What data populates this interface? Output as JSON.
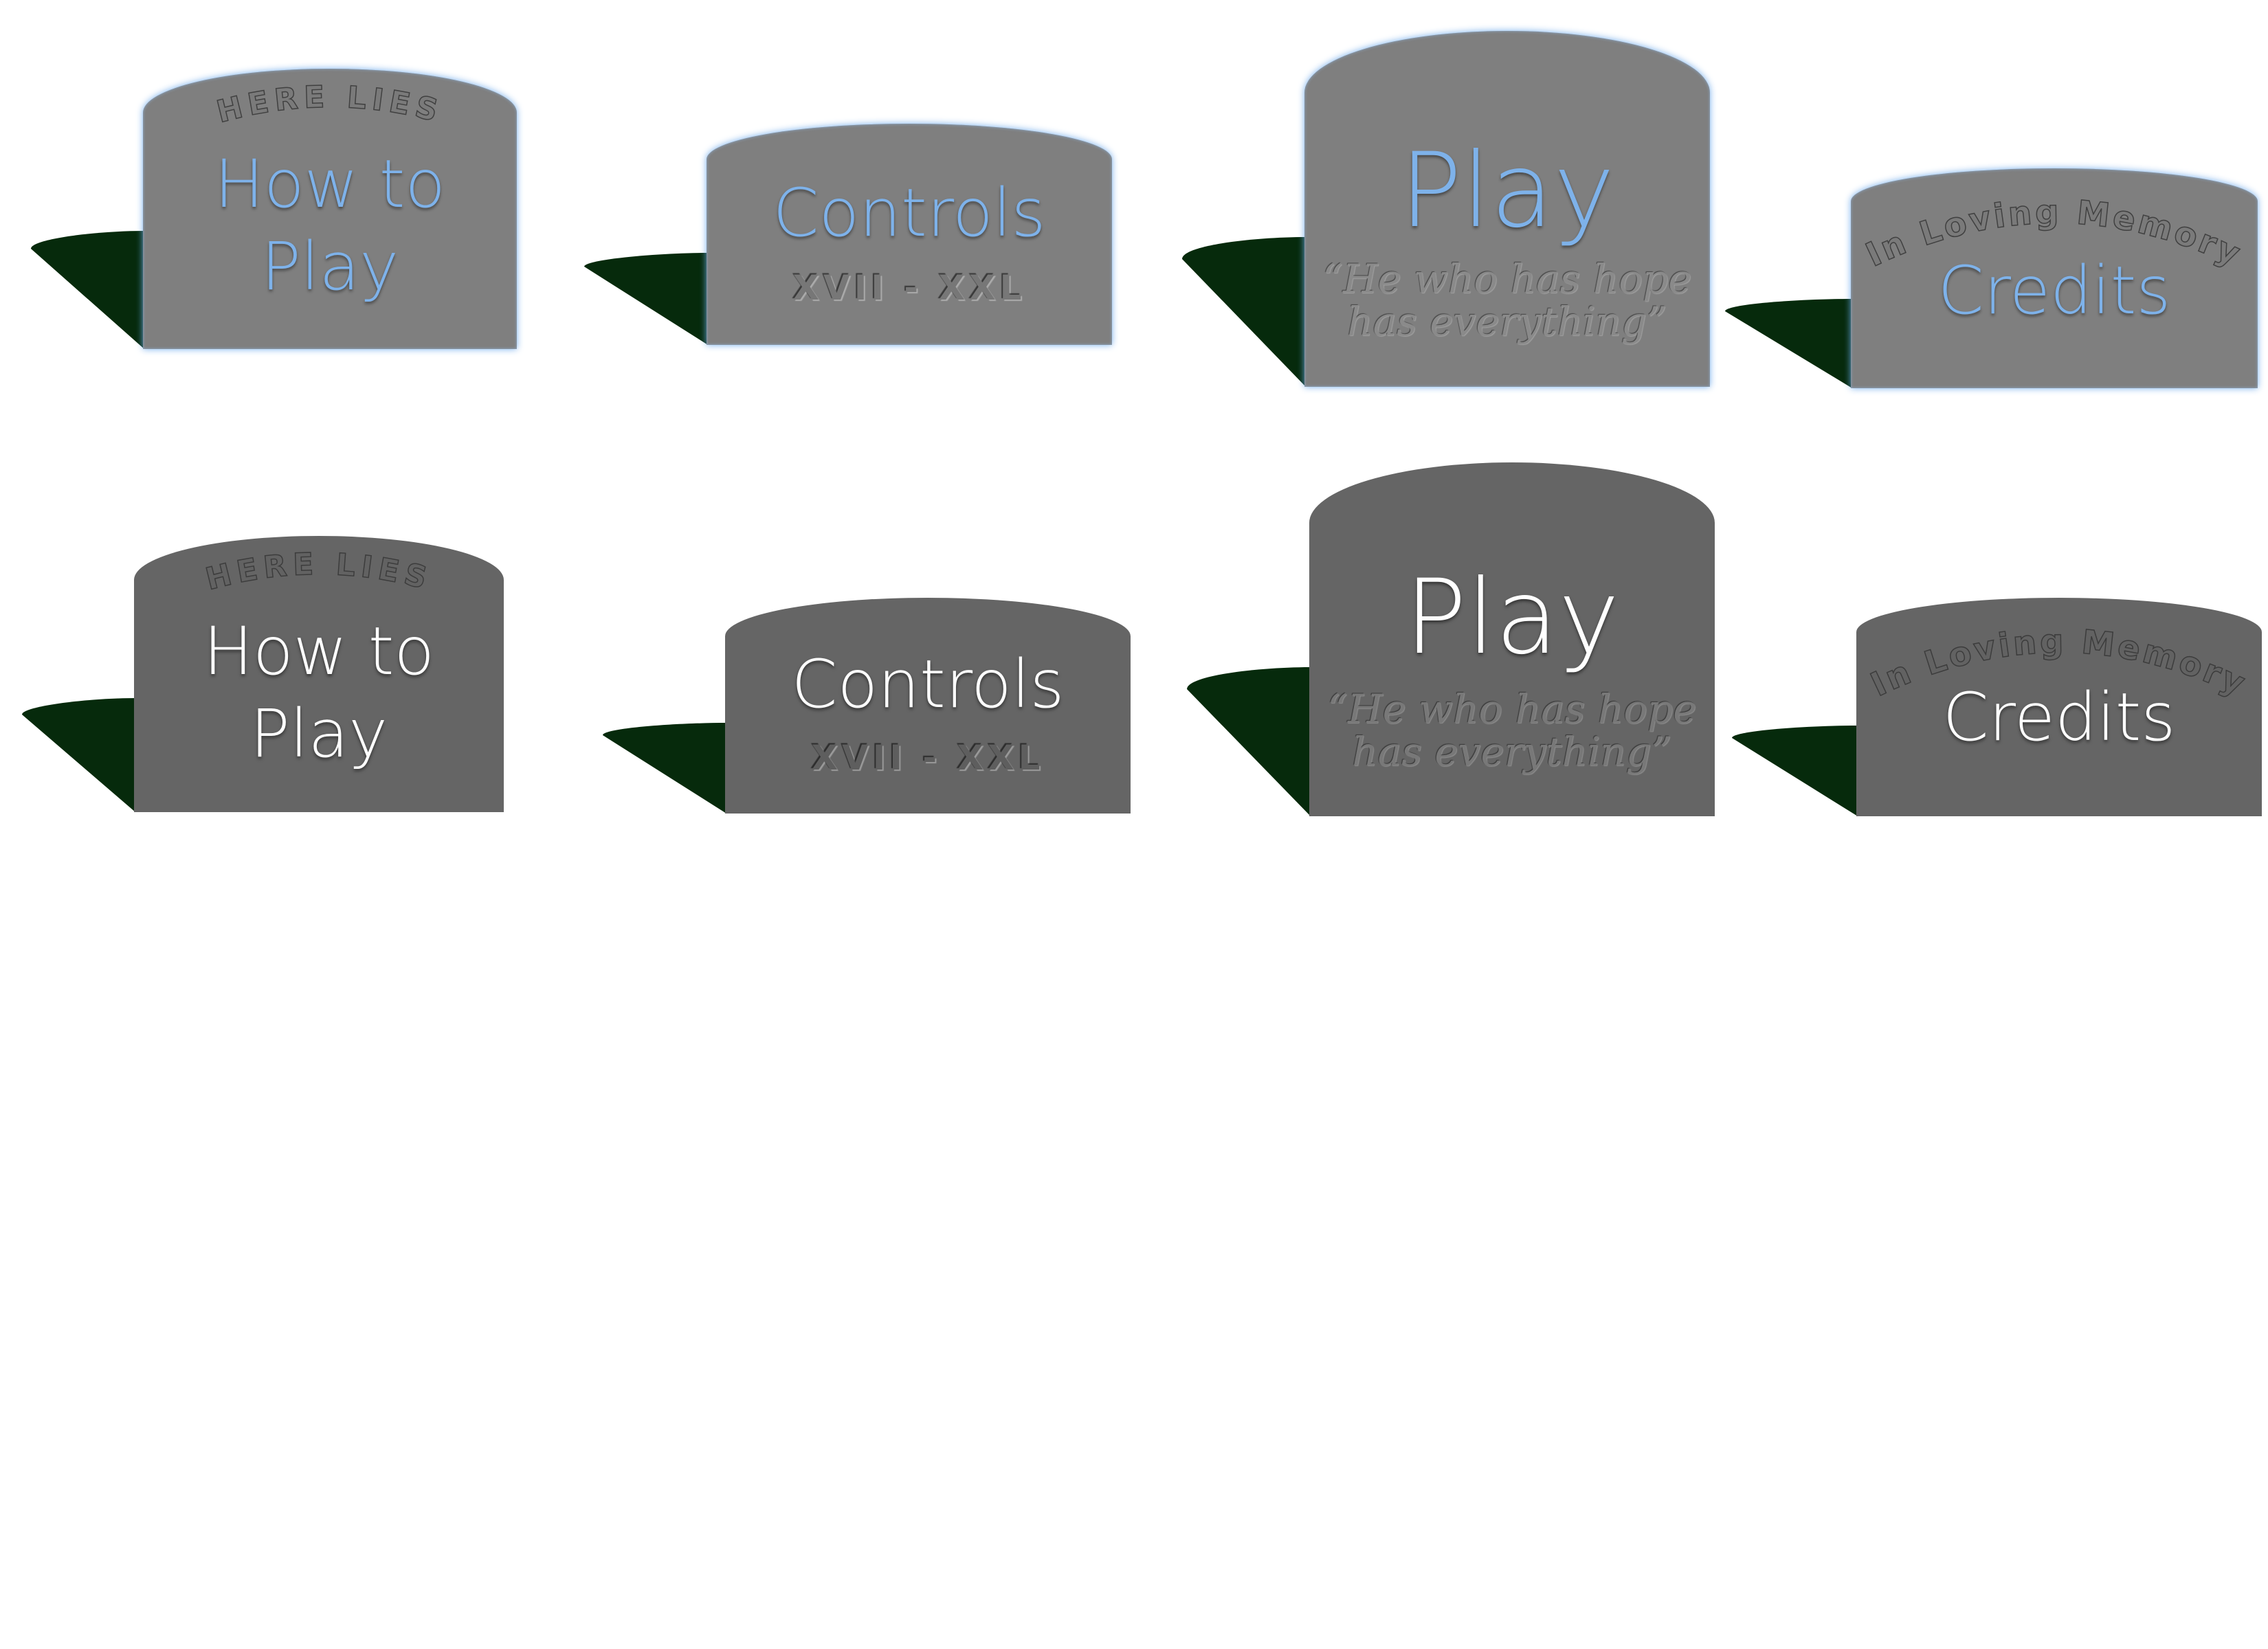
{
  "colors": {
    "hover_stone": "#7f7f7f",
    "normal_stone": "#656565",
    "hover_text": "#7eb2ea",
    "normal_text": "#ffffff",
    "grave_shadow": "#062a0c",
    "background": "#ffffff"
  },
  "hover_row": {
    "how_to_play": {
      "epitaph": "HERE LIES",
      "label_line1": "How to",
      "label_line2": "Play"
    },
    "controls": {
      "label": "Controls",
      "dates": "XVII - XXL"
    },
    "play": {
      "label": "Play",
      "quote_line1": "“He who has hope",
      "quote_line2": "has everything”"
    },
    "credits": {
      "epitaph": "In Loving Memory",
      "label": "Credits"
    }
  },
  "normal_row": {
    "how_to_play": {
      "epitaph": "HERE LIES",
      "label_line1": "How to",
      "label_line2": "Play"
    },
    "controls": {
      "label": "Controls",
      "dates": "XVII - XXL"
    },
    "play": {
      "label": "Play",
      "quote_line1": "“He who has hope",
      "quote_line2": "has everything”"
    },
    "credits": {
      "epitaph": "In Loving Memory",
      "label": "Credits"
    }
  }
}
